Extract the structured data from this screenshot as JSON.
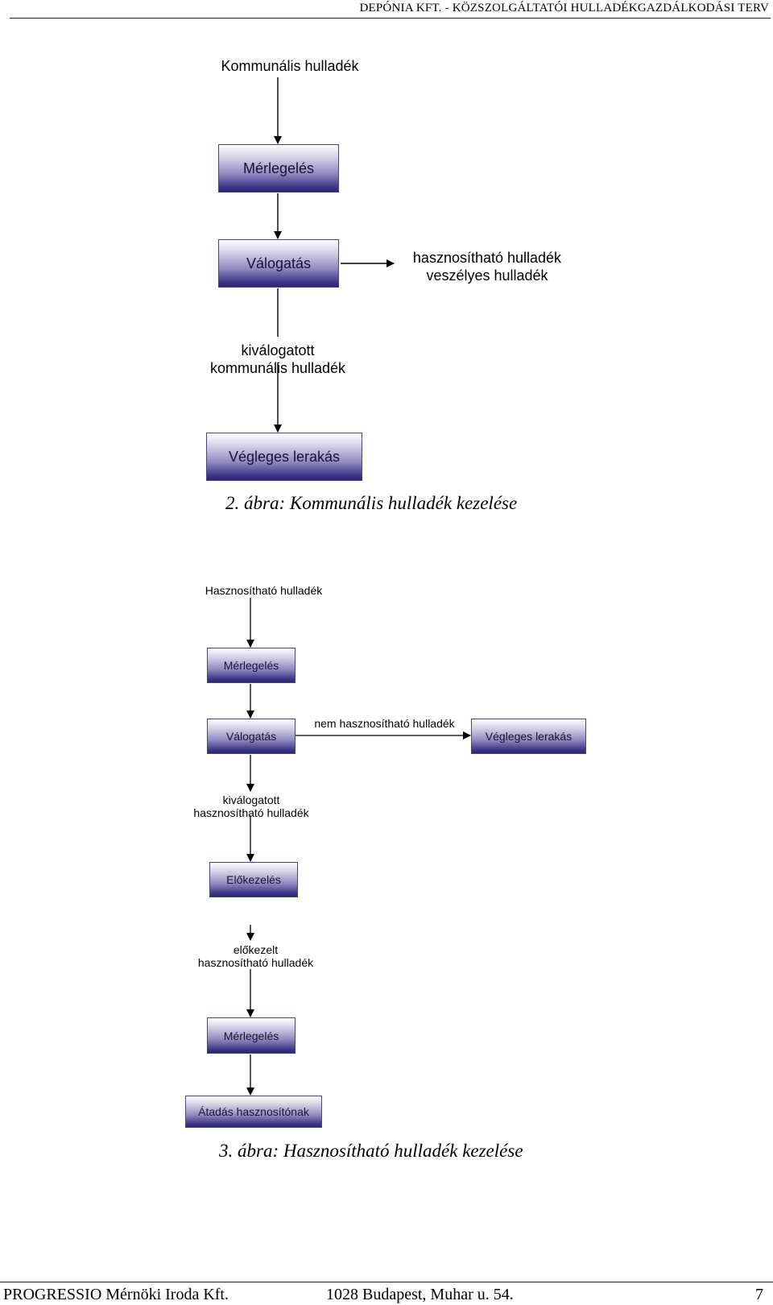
{
  "header": {
    "title": "DEPÓNIA KFT. - KÖZSZOLGÁLTATÓI HULLADÉKGAZDÁLKODÁSI TERV"
  },
  "figure2": {
    "input": "Kommunális hulladék",
    "step1": "Mérlegelés",
    "step2": "Válogatás",
    "side_output_line1": "hasznosítható hulladék",
    "side_output_line2": "veszélyes hulladék",
    "sorted_line1": "kiválogatott",
    "sorted_line2": "kommunális hulladék",
    "final": "Végleges lerakás",
    "caption": "2. ábra: Kommunális hulladék kezelése"
  },
  "figure3": {
    "input": "Hasznosítható hulladék",
    "step1": "Mérlegelés",
    "step2": "Válogatás",
    "reject_label": "nem hasznosítható hulladék",
    "reject_box": "Végleges lerakás",
    "sorted_line1": "kiválogatott",
    "sorted_line2": "hasznosítható hulladék",
    "step3": "Előkezelés",
    "pretreated_line1": "előkezelt",
    "pretreated_line2": "hasznosítható hulladék",
    "step4": "Mérlegelés",
    "final": "Átadás hasznosítónak",
    "caption": "3. ábra: Hasznosítható hulladék kezelése"
  },
  "footer": {
    "company": "PROGRESSIO Mérnöki Iroda Kft.",
    "address": "1028 Budapest, Muhar u. 54.",
    "page_number": "7"
  }
}
